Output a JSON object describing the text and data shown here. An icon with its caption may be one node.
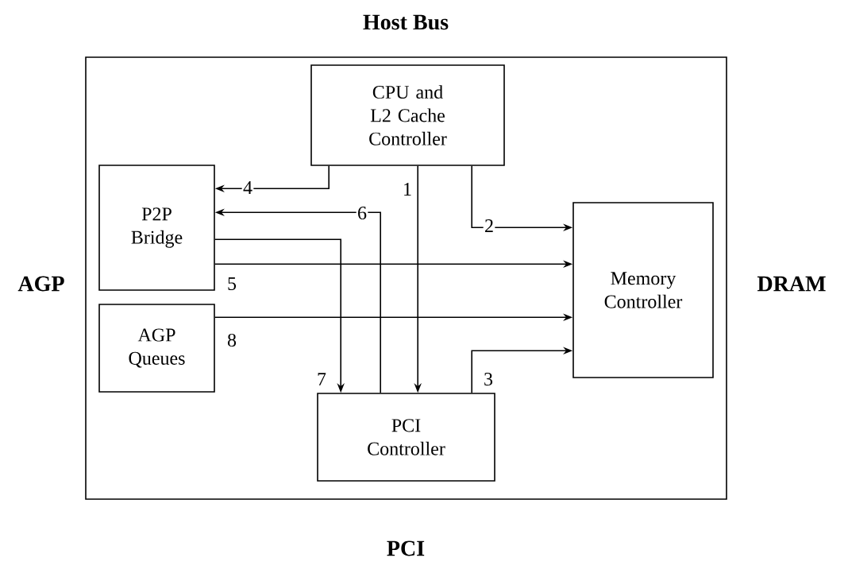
{
  "diagram": {
    "nodes": [
      {
        "text": [],
        "shape": "box"
      },
      {
        "text": [
          "CPU and L2 Cache Controller"
        ],
        "in": 0
      },
      {
        "text": [
          "P2P Bridge"
        ],
        "in": 0
      },
      {
        "text": [
          "Memory Controller"
        ],
        "in": 0
      },
      {
        "text": [
          "AGP Queues"
        ],
        "in": 0
      },
      {
        "text": [
          "PCI Controller"
        ],
        "in": 0
      }
    ],
    "edges": [
      {
        "from": 1,
        "to": 2,
        "arrow": "to",
        "label": "4"
      },
      {
        "from": 1,
        "to": 5,
        "arrow": "to",
        "label": "1"
      },
      {
        "from": 1,
        "to": 3,
        "arrow": "to",
        "label": "2"
      },
      {
        "from": 5,
        "to": 2,
        "arrow": "to",
        "label": "6"
      },
      {
        "from": 2,
        "to": 5,
        "arrow": "to",
        "label": "7"
      },
      {
        "from": 2,
        "to": 3,
        "arrow": "to",
        "label": "5"
      },
      {
        "from": 4,
        "to": 3,
        "arrow": "to",
        "label": "8"
      },
      {
        "from": 5,
        "to": 3,
        "arrow": "to",
        "label": "3"
      }
    ],
    "labels": [
      "Host Bus",
      "AGP",
      "DRAM",
      "PCI"
    ]
  }
}
